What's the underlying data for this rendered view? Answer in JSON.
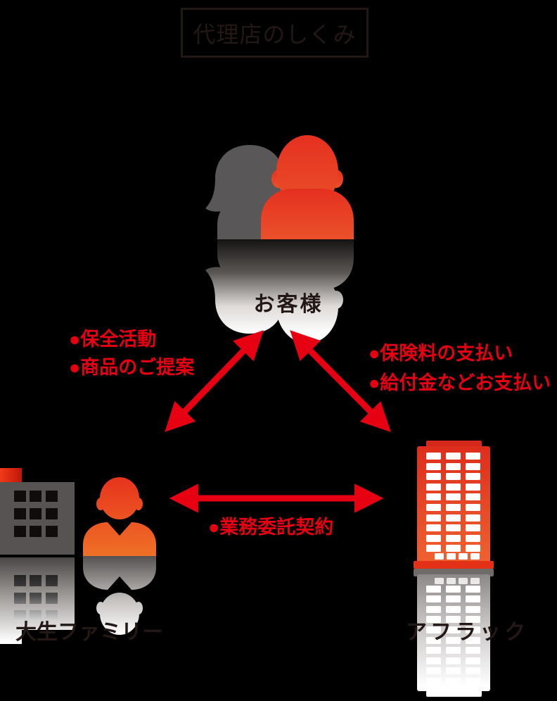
{
  "title": "代理店のしくみ",
  "nodes": {
    "customer": {
      "label": "お客様"
    },
    "agency": {
      "label": "大生ファミリー"
    },
    "insurer": {
      "label": "アフラック"
    }
  },
  "relations": {
    "agency_customer": {
      "items": [
        "●保全活動",
        "●商品のご提案"
      ]
    },
    "customer_insurer": {
      "items": [
        "●保険料の支払い",
        "●給付金などお支払い"
      ]
    },
    "agency_insurer": {
      "items": [
        "●業務委託契約"
      ]
    }
  },
  "colors": {
    "accent_red": "#e60012",
    "dark_text": "#231815",
    "figure_gray": "#595757",
    "building_red": "#e0301e",
    "background": "#000000"
  }
}
